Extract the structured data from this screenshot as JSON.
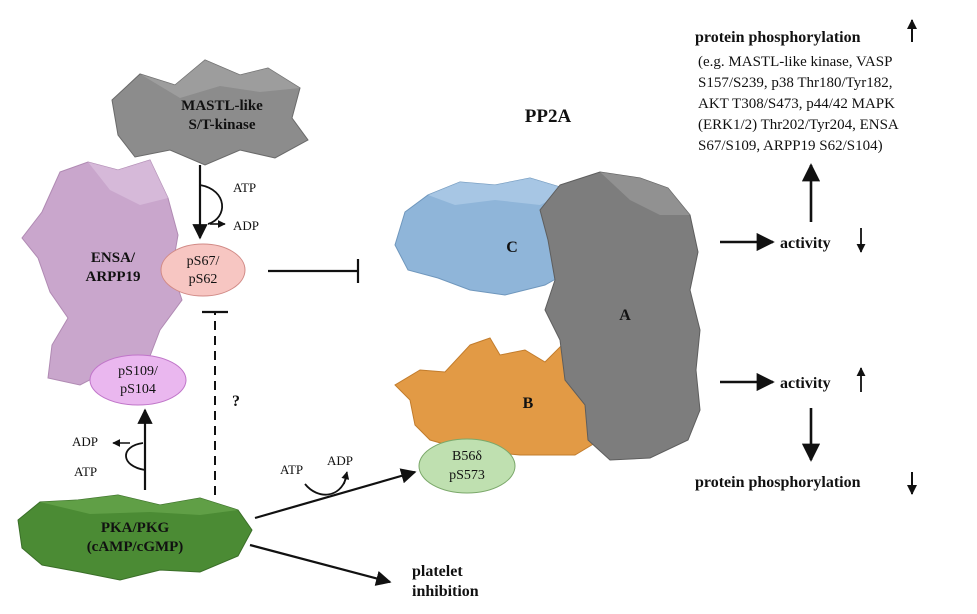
{
  "title": "PP2A",
  "kinase": {
    "line1": "MASTL-like",
    "line2": "S/T-kinase"
  },
  "ensa": {
    "line1": "ENSA/",
    "line2": "ARPP19"
  },
  "site_s67": {
    "line1": "pS67/",
    "line2": "pS62"
  },
  "site_s109": {
    "line1": "pS109/",
    "line2": "pS104"
  },
  "pka": {
    "line1": "PKA/PKG",
    "line2": "(cAMP/cGMP)"
  },
  "b56": {
    "line1": "B56δ",
    "line2": "pS573"
  },
  "subunits": {
    "a": "A",
    "b": "B",
    "c": "C"
  },
  "atp": "ATP",
  "adp": "ADP",
  "question_mark": "?",
  "activity_label": "activity",
  "platelet": {
    "line1": "platelet",
    "line2": "inhibition"
  },
  "protein_phos_label": "protein phosphorylation",
  "phospho_examples": [
    "(e.g. MASTL-like kinase, VASP",
    "S157/S239, p38 Thr180/Tyr182,",
    "AKT T308/S473, p44/42 MAPK",
    "(ERK1/2) Thr202/Tyr204, ENSA",
    "S67/S109, ARPP19 S62/S104)"
  ],
  "colors": {
    "kinase": "#8c8c8c",
    "ensa": "#c9a6cc",
    "site_s67": "#f7c6c2",
    "site_s109": "#eab7ef",
    "pka": "#4b8b34",
    "b56": "#bfe0b0",
    "subunit_a": "#7d7d7d",
    "subunit_b": "#e29a45",
    "subunit_c": "#8fb5d9"
  }
}
